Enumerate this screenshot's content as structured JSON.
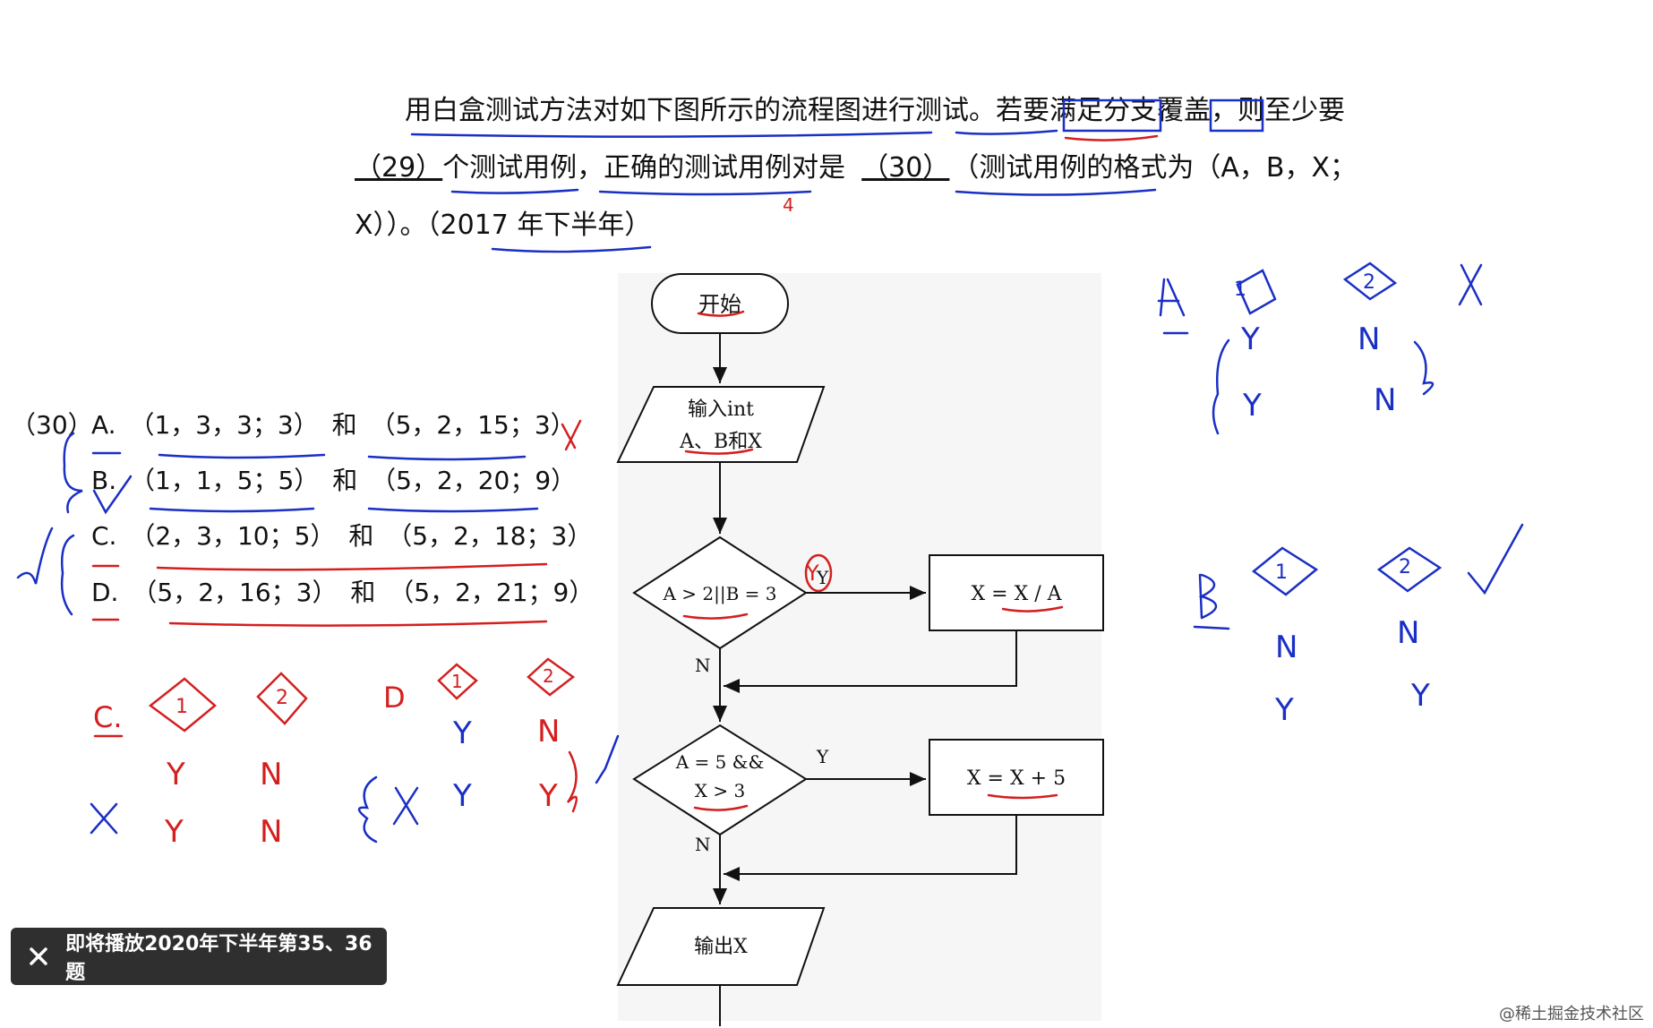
{
  "question": {
    "line1": "用白盒测试方法对如下图所示的流程图进行测试。若要满足分支覆盖，则至少要",
    "line2_blank29": "（29）",
    "line2_mid": "个测试用例，正确的测试用例对是",
    "line2_blank30": "（30）",
    "line2_tail": "（测试用例的格式为（A，B，X；",
    "line3": "X））。（2017 年下半年）"
  },
  "answers": {
    "label": "（30）",
    "options": [
      {
        "letter": "A.",
        "first": "（1，3，3；3）",
        "joiner": "和",
        "second": "（5，2，15；3）"
      },
      {
        "letter": "B.",
        "first": "（1，1，5；5）",
        "joiner": "和",
        "second": "（5，2，20；9）"
      },
      {
        "letter": "C.",
        "first": "（2，3，10；5）",
        "joiner": "和",
        "second": "（5，2，18；3）"
      },
      {
        "letter": "D.",
        "first": "（5，2，16；3）",
        "joiner": "和",
        "second": "（5，2，21；9）"
      }
    ]
  },
  "flowchart": {
    "start": "开始",
    "input_line1": "输入int",
    "input_line2": "A、B和X",
    "cond1": "A > 2||B = 3",
    "cond1_yes": "Y",
    "cond1_no": "N",
    "action1": "X = X / A",
    "cond2_line1": "A = 5 &&",
    "cond2_line2": "X > 3",
    "cond2_yes": "Y",
    "cond2_no": "N",
    "action2": "X = X + 5",
    "output": "输出X"
  },
  "annotations": {
    "a_label": "A.",
    "b_label": "B.",
    "c_label": "C.",
    "d_label": "D",
    "d1": "1",
    "d2": "2",
    "yes": "Y",
    "no": "N",
    "cross": "X",
    "four": "4"
  },
  "toast": {
    "message": "即将播放2020年下半年第35、36题",
    "close_icon": "close-icon"
  },
  "watermark": "@稀土掘金技术社区",
  "colors": {
    "ink_blue": "#1a2fc4",
    "ink_red": "#d41f1f",
    "toast_bg": "#2f2f2f"
  }
}
